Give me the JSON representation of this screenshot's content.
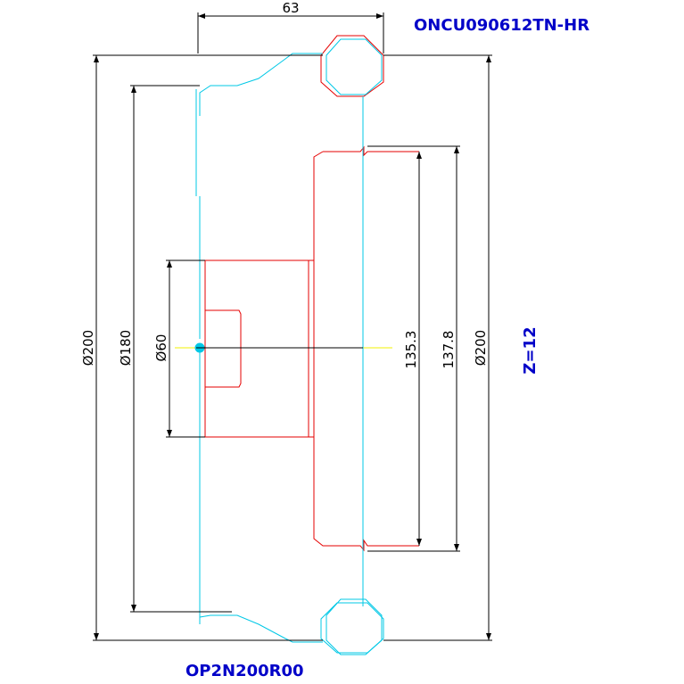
{
  "labels": {
    "insert_code": "ONCU090612TN-HR",
    "cutter_code": "OP2N200R00",
    "teeth": "Z=12"
  },
  "dimensions": {
    "width_63": "63",
    "dia_200_left": "Ø200",
    "dia_180": "Ø180",
    "dia_60": "Ø60",
    "dim_135_3": "135.3",
    "dim_137_8": "137.8",
    "dia_200_right": "Ø200"
  },
  "colors": {
    "background": "#ffffff",
    "dimension_line": "#000000",
    "cutter_outline": "#00c8e6",
    "part_outline": "#e60000",
    "centerline": "#f0f000",
    "label_blue": "#0000c8"
  }
}
